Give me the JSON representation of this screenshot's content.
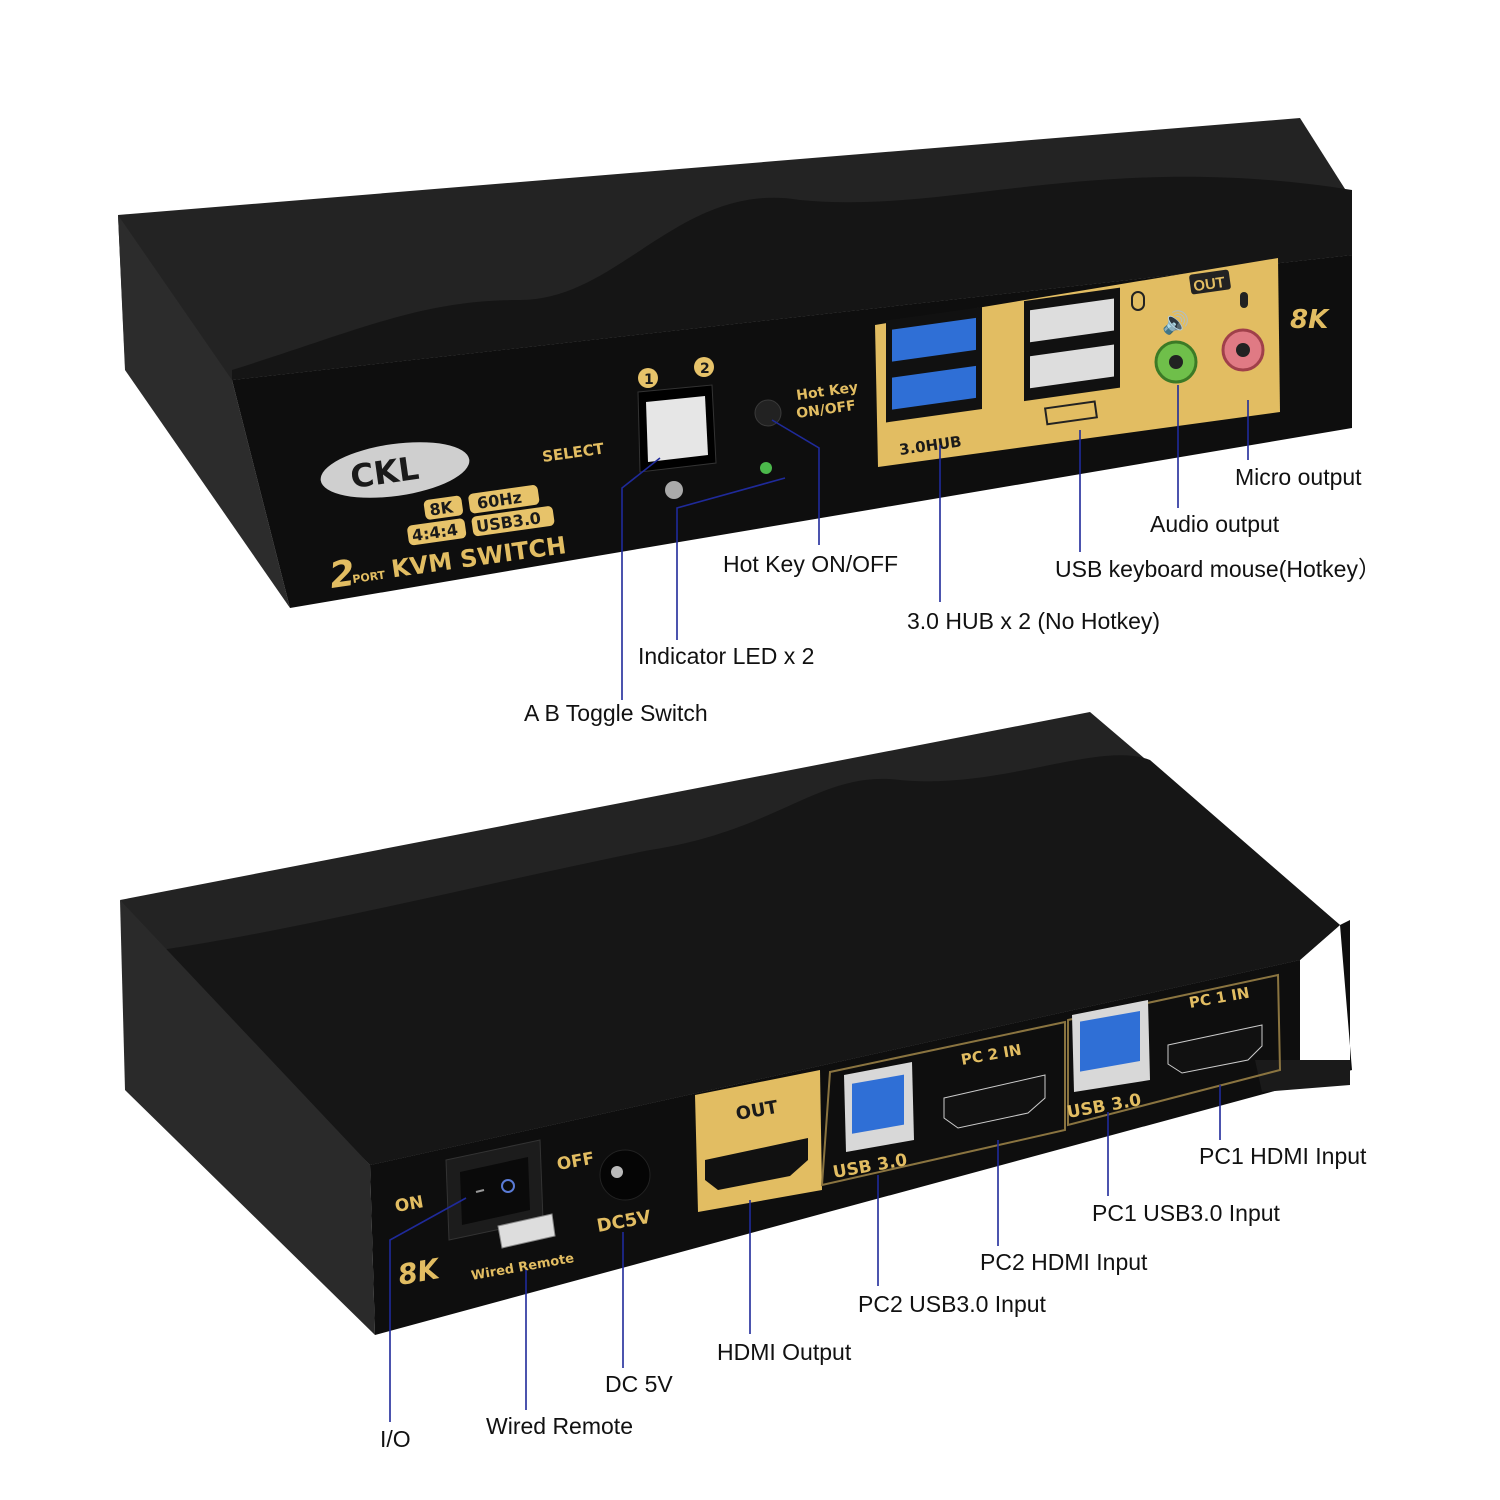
{
  "front": {
    "brand": "CKL",
    "badges": {
      "res": "8K",
      "hz": "60Hz",
      "chroma": "4:4:4",
      "usb": "USB3.0"
    },
    "model_num": "2",
    "model_port": "PORT",
    "model_name": "KVM SWITCH",
    "select_label": "SELECT",
    "port1": "1",
    "port2": "2",
    "hotkey_label_1": "Hot Key",
    "hotkey_label_2": "ON/OFF",
    "hub_label": "3.0HUB",
    "out_label": "OUT",
    "res_label": "8K",
    "callouts": {
      "micro": "Micro output",
      "audio": "Audio output",
      "usb_km": "USB keyboard mouse(Hotkey）",
      "hub": "3.0 HUB x 2 (No Hotkey)",
      "hotkey": "Hot Key ON/OFF",
      "led": "Indicator LED x 2",
      "toggle": "A B Toggle Switch"
    }
  },
  "rear": {
    "on_label": "ON",
    "off_label": "OFF",
    "dc_label": "DC5V",
    "res_label": "8K",
    "remote_label": "Wired Remote",
    "out_label": "OUT",
    "usb_label_2": "USB 3.0",
    "usb_label_1": "USB 3.0",
    "pc2_label": "PC 2 IN",
    "pc1_label": "PC 1 IN",
    "callouts": {
      "pc1_hdmi": "PC1 HDMI Input",
      "pc1_usb": "PC1 USB3.0 Input",
      "pc2_hdmi": "PC2 HDMI Input",
      "pc2_usb": "PC2 USB3.0 Input",
      "hdmi_out": "HDMI Output",
      "dc": "DC 5V",
      "remote": "Wired Remote",
      "io": "I/O"
    }
  }
}
